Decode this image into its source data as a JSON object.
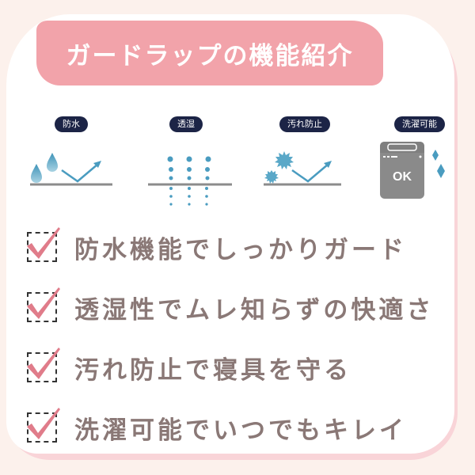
{
  "title": "ガードラップの機能紹介",
  "features": [
    {
      "label": "防水",
      "icon": "water-drops-bounce-icon"
    },
    {
      "label": "透湿",
      "icon": "moisture-dots-icon"
    },
    {
      "label": "汚れ防止",
      "icon": "dirt-bounce-icon"
    },
    {
      "label": "洗濯可能",
      "icon": "washing-machine-icon",
      "badge": "OK"
    }
  ],
  "checklist": [
    {
      "text": "防水機能でしっかりガード"
    },
    {
      "text": "透湿性でムレ知らずの快適さ"
    },
    {
      "text": "汚れ防止で寝具を守る"
    },
    {
      "text": "洗濯可能でいつでもキレイ"
    }
  ],
  "colors": {
    "background": "#fcf1ec",
    "title_band": "#f2a3aa",
    "pill": "#1c2446",
    "icon_blue": "#4a9cc0",
    "check_pink": "#e07c8a",
    "text": "#8a7876"
  }
}
